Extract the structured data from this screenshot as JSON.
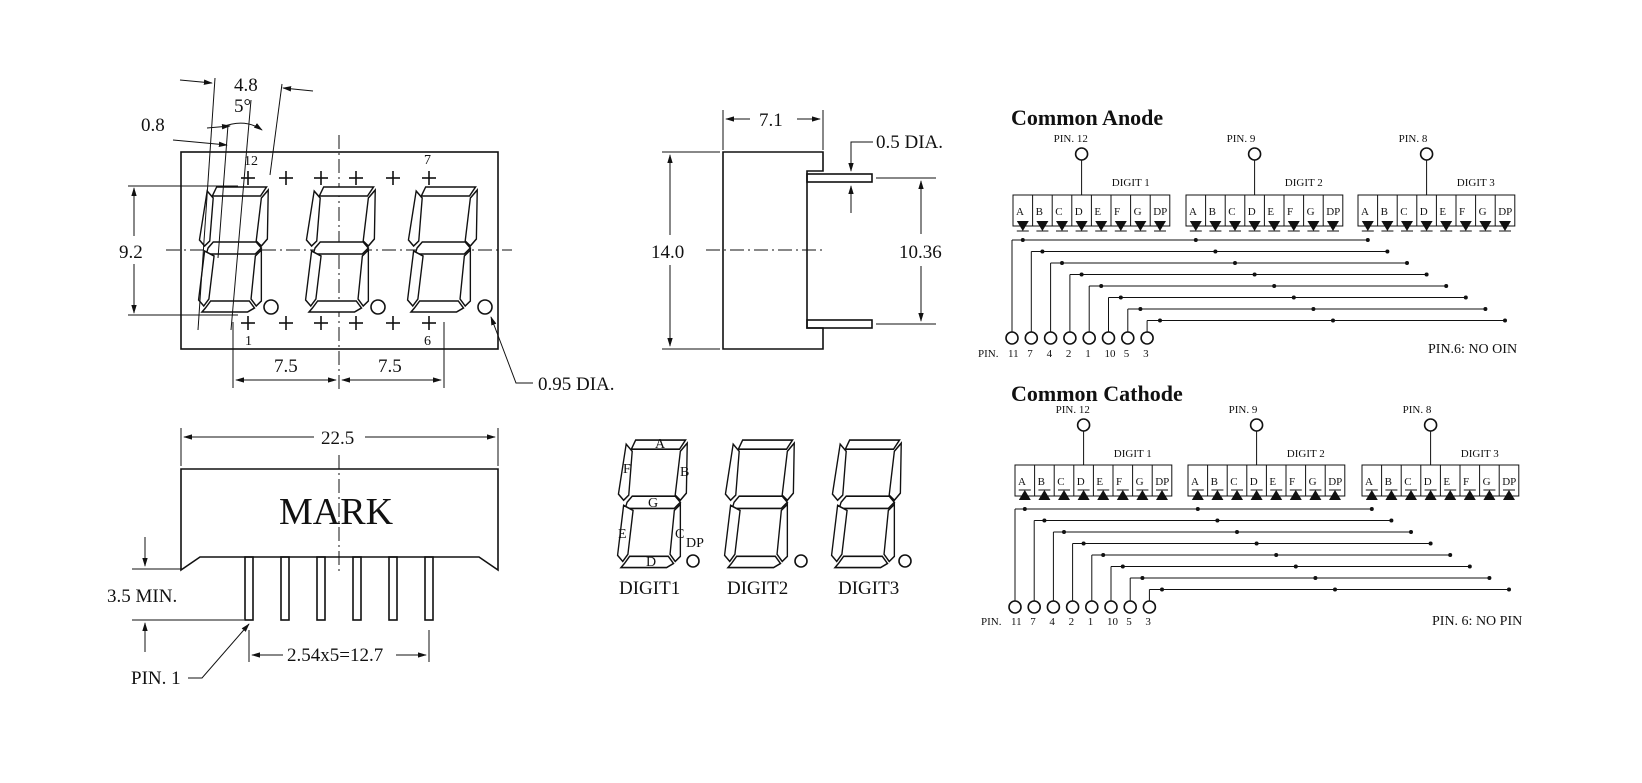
{
  "front_view": {
    "dim_top": "4.8",
    "dim_angle": "5°",
    "dim_gap": "0.8",
    "pin_top_left": "12",
    "pin_top_right": "7",
    "pin_bottom_left": "1",
    "pin_bottom_right": "6",
    "dim_height": "9.2",
    "dim_pitch_1": "7.5",
    "dim_pitch_2": "7.5",
    "dim_dp_dia": "0.95 DIA."
  },
  "side_view": {
    "dim_width": "7.1",
    "dim_pin_dia": "0.5 DIA.",
    "dim_height": "14.0",
    "dim_pin_span": "10.36"
  },
  "bottom_view": {
    "dim_length": "22.5",
    "mark_label": "MARK",
    "dim_pin_len": "3.5 MIN.",
    "dim_pin_pitch": "2.54x5=12.7",
    "pin1_label": "PIN. 1"
  },
  "segment_diagram": {
    "seg_a": "A",
    "seg_b": "B",
    "seg_c": "C",
    "seg_d": "D",
    "seg_e": "E",
    "seg_f": "F",
    "seg_g": "G",
    "seg_dp": "DP",
    "digit1": "DIGIT1",
    "digit2": "DIGIT2",
    "digit3": "DIGIT3"
  },
  "common_anode": {
    "title": "Common Anode",
    "pins_top": [
      "PIN. 12",
      "PIN. 9",
      "PIN. 8"
    ],
    "digits": [
      "DIGIT 1",
      "DIGIT 2",
      "DIGIT 3"
    ],
    "segments": [
      "A",
      "B",
      "C",
      "D",
      "E",
      "F",
      "G",
      "DP"
    ],
    "pin_prefix": "PIN.",
    "pins_bottom": [
      "11",
      "7",
      "4",
      "2",
      "1",
      "10",
      "5",
      "3"
    ],
    "note": "PIN.6: NO OIN"
  },
  "common_cathode": {
    "title": "Common Cathode",
    "pins_top": [
      "PIN. 12",
      "PIN. 9",
      "PIN. 8"
    ],
    "digits": [
      "DIGIT 1",
      "DIGIT 2",
      "DIGIT 3"
    ],
    "segments": [
      "A",
      "B",
      "C",
      "D",
      "E",
      "F",
      "G",
      "DP"
    ],
    "pin_prefix": "PIN.",
    "pins_bottom": [
      "11",
      "7",
      "4",
      "2",
      "1",
      "10",
      "5",
      "3"
    ],
    "note": "PIN. 6: NO PIN"
  }
}
